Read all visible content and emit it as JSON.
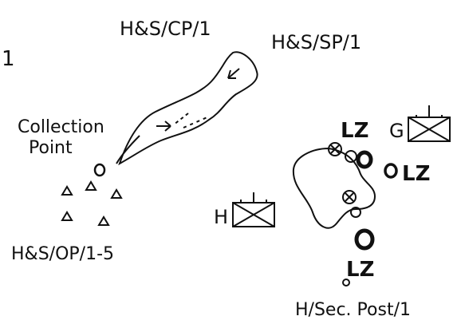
{
  "labels": {
    "cp": "H&S/CP/1",
    "sp": "H&S/SP/1",
    "collection_line1": "Collection",
    "collection_line2": "Point",
    "op": "H&S/OP/1-5",
    "sec_post": "H/Sec. Post/1",
    "lz_top": "LZ",
    "lz_right": "LZ",
    "lz_bottom": "LZ",
    "unit_g": "G",
    "unit_h": "H",
    "edge_mark": "1"
  },
  "colors": {
    "ink": "#111111",
    "background": "#ffffff"
  },
  "symbols": {
    "op_markers": "triangle-icon",
    "unit_markers": "infantry-unit-symbol",
    "lz_markers": "circle-icon",
    "sensor_markers": "circled-x-icon"
  }
}
